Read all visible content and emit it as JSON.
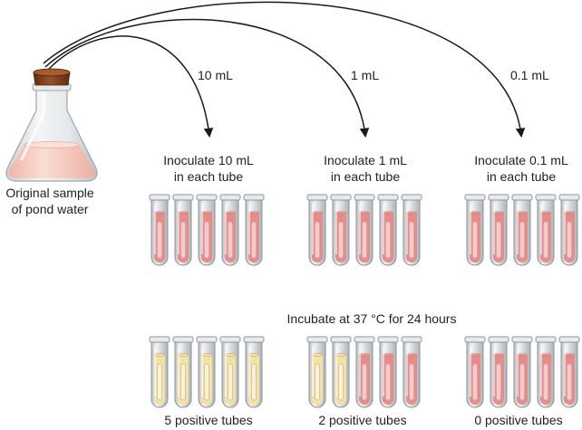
{
  "flask": {
    "caption_line1": "Original sample",
    "caption_line2": "of pond water",
    "colors": {
      "cork": "#7a3d1c",
      "liquid": "#f6c9bf",
      "glass": "#d9dde0"
    }
  },
  "transfers": [
    {
      "volume": "10 mL",
      "instruction_line1": "Inoculate 10 mL",
      "instruction_line2": "in each tube"
    },
    {
      "volume": "1 mL",
      "instruction_line1": "Inoculate 1 mL",
      "instruction_line2": "in each tube"
    },
    {
      "volume": "0.1 mL",
      "instruction_line1": "Inoculate 0.1 mL",
      "instruction_line2": "in each tube"
    }
  ],
  "incubation_label": "Incubate at 37 °C for 24 hours",
  "results": [
    {
      "label": "5 positive tubes",
      "positive": 5
    },
    {
      "label": "2 positive tubes",
      "positive": 2
    },
    {
      "label": "0 positive tubes",
      "positive": 0
    }
  ],
  "tubes_per_set": 5,
  "colors": {
    "negative_broth": "#e58d8b",
    "positive_broth": "#f3e3a2",
    "arrow": "#1a1a1a"
  }
}
